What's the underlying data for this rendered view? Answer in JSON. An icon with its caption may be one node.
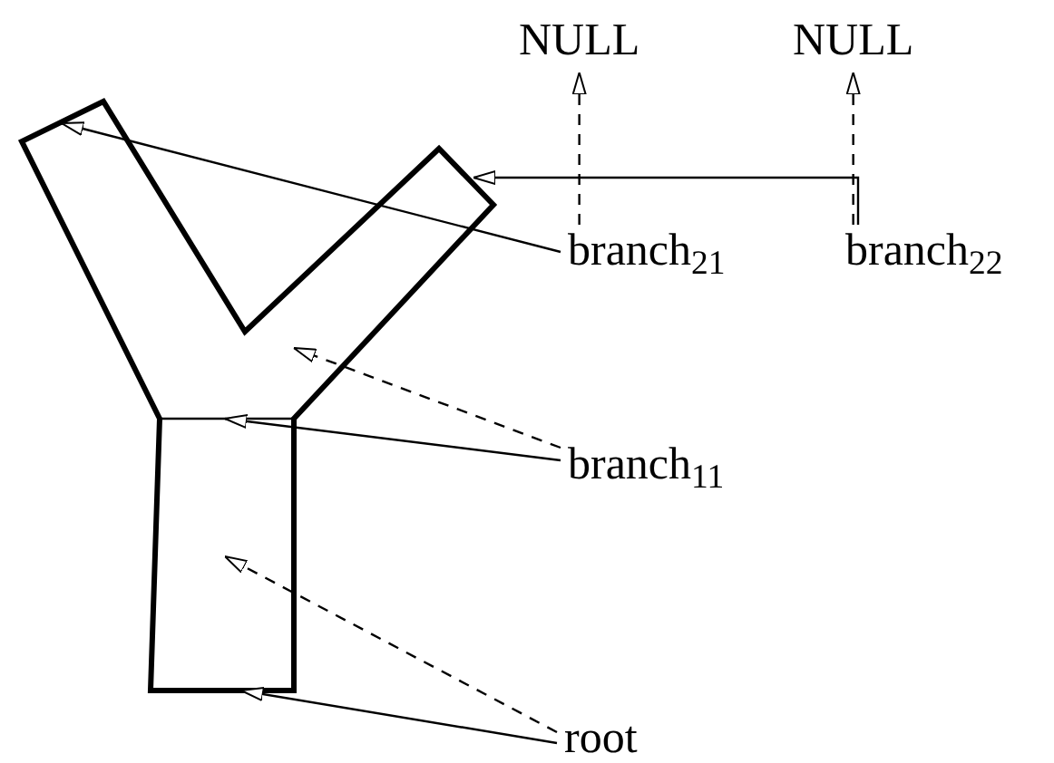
{
  "diagram": {
    "nodes": [
      {
        "text": [
          "NULL"
        ]
      },
      {
        "text": [
          "NULL"
        ]
      },
      {
        "text": [
          "branch$_{21}$"
        ]
      },
      {
        "text": [
          "branch$_{22}$"
        ]
      },
      {
        "text": [
          "branch$_{11}$"
        ]
      },
      {
        "text": [
          "root"
        ]
      }
    ],
    "edges": [
      {
        "from": 2,
        "to": null,
        "arrow": "to"
      },
      {
        "from": 2,
        "to": 0,
        "arrow": "to",
        "style": "dashed"
      },
      {
        "from": 3,
        "to": null,
        "arrow": "to"
      },
      {
        "from": 3,
        "to": 1,
        "arrow": "to",
        "style": "dashed"
      },
      {
        "from": 4,
        "to": null,
        "arrow": "to"
      },
      {
        "from": 4,
        "to": null,
        "arrow": "to",
        "style": "dashed"
      },
      {
        "from": 5,
        "to": null,
        "arrow": "to"
      },
      {
        "from": 5,
        "to": null,
        "arrow": "to",
        "style": "dashed"
      }
    ]
  }
}
